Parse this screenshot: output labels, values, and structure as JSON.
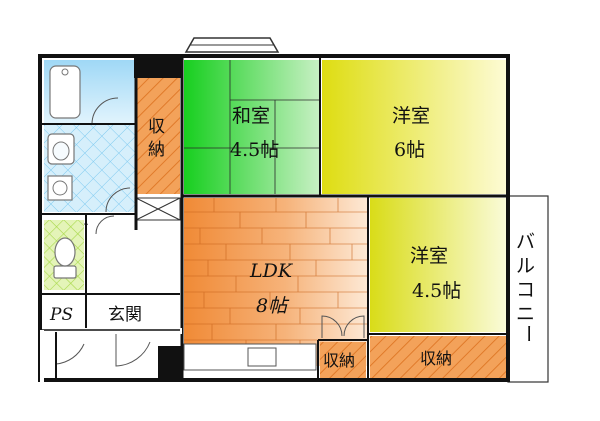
{
  "rooms": {
    "washitsu": {
      "name": "和室",
      "size": "4.5帖"
    },
    "yoshitsu_main": {
      "name": "洋室",
      "size": "6帖"
    },
    "yoshitsu_small": {
      "name": "洋室",
      "size": "4.5帖"
    },
    "ldk": {
      "name": "LDK",
      "size": "8帖"
    }
  },
  "labels": {
    "storage_vertical": [
      "収",
      "納"
    ],
    "storage_small": "収納",
    "storage_wide": "収納",
    "genkan": "玄関",
    "ps": "PS",
    "balcony": [
      "バ",
      "ル",
      "コ",
      "ニ",
      "ー"
    ]
  },
  "colors": {
    "washitsu": "#1fd226",
    "yoshitsu_main": "#e2e015",
    "yoshitsu_small": "#d8dd1c",
    "ldk_wood": "#f39a4d",
    "storage": "#f2a35d",
    "bath": "#a8dcf7",
    "wash_tile": "#8fd3f5",
    "toilet": "#c8e86a",
    "wall": "#111111"
  }
}
